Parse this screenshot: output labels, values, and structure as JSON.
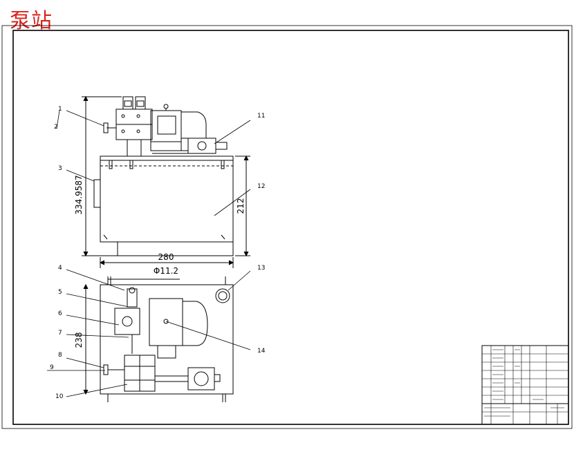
{
  "drawing": {
    "title": "泵站",
    "title_color": "#d9231c",
    "line_color": "#000000",
    "background": "#ffffff"
  },
  "dimensions": {
    "front_height": "334.9587",
    "tank_height": "212",
    "tank_width": "280",
    "pipe_diameter": "Φ11.2",
    "top_height": "238"
  },
  "callouts": [
    "1",
    "2",
    "3",
    "4",
    "5",
    "6",
    "7",
    "8",
    "9",
    "10",
    "11",
    "12",
    "13",
    "14"
  ]
}
